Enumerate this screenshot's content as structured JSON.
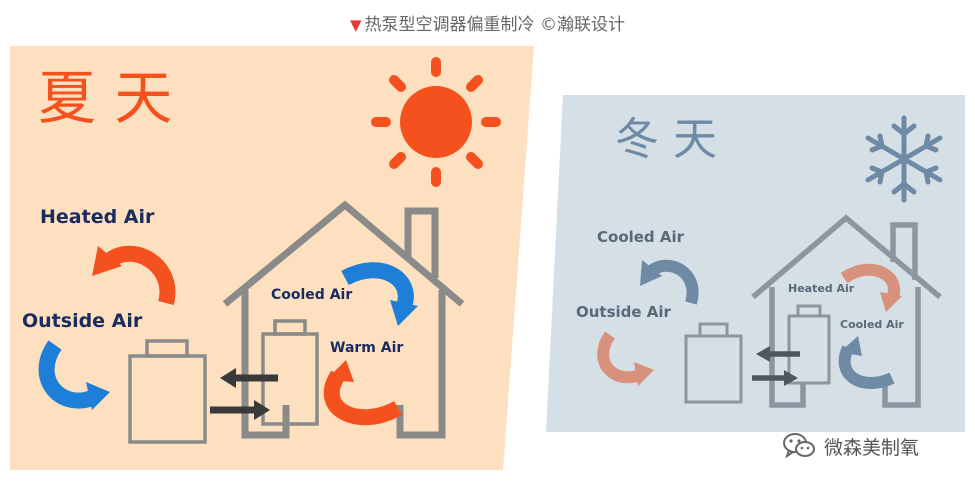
{
  "caption": {
    "marker": "▼",
    "text": "热泵型空调器偏重制冷 ©瀚联设计"
  },
  "summer": {
    "title": "夏 天",
    "labels": {
      "heated_air": "Heated Air",
      "outside_air": "Outside Air",
      "cooled_air": "Cooled Air",
      "warm_air": "Warm Air"
    },
    "colors": {
      "background": "#fde0bf",
      "sun": "#f4511e",
      "arrow_orange": "#f4511e",
      "arrow_blue": "#1e7fd8",
      "text": "#1a2b5e"
    }
  },
  "winter": {
    "title": "冬 天",
    "labels": {
      "cooled_air": "Cooled Air",
      "outside_air": "Outside Air",
      "heated_air": "Heated Air",
      "cooled_air_inside": "Cooled Air"
    },
    "colors": {
      "background": "#d4dfe6",
      "snowflake": "#6f8aa5",
      "arrow_salmon": "#d8917c",
      "arrow_steel": "#6f8aa5",
      "text": "#5a6877"
    }
  },
  "watermark": {
    "icon": "wechat-icon",
    "text": "微森美制氧"
  }
}
